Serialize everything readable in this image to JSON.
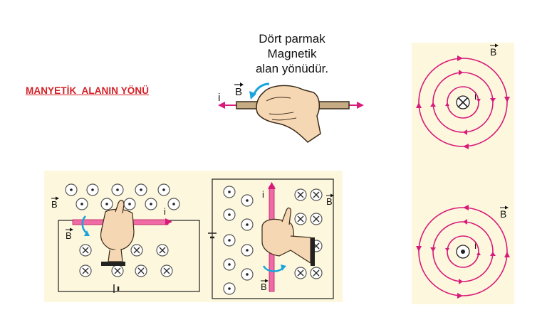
{
  "title": "MANYETİK  ALANIN YÖNÜ",
  "top_figure": {
    "caption_lines": [
      "Dört parmak",
      "Magnetik",
      "alan yönüdür."
    ],
    "current_label": "i",
    "field_label": "B"
  },
  "bottom_left": {
    "field_label": "B",
    "current_label": "i"
  },
  "bottom_middle": {
    "field_label": "B",
    "current_label": "i"
  },
  "right_panel": {
    "top": {
      "field_label": "B",
      "current_label": "i",
      "current_direction": "into-page"
    },
    "bottom": {
      "field_label": "B",
      "current_label": "i",
      "current_direction": "out-of-page"
    }
  },
  "colors": {
    "title": "#d31f26",
    "field_lines": "#d81b7b",
    "wire": "#f06aa6",
    "rotation_arrow": "#1ba3dc",
    "panel": "#fdf8dd",
    "hand": "#f6d7b4"
  }
}
